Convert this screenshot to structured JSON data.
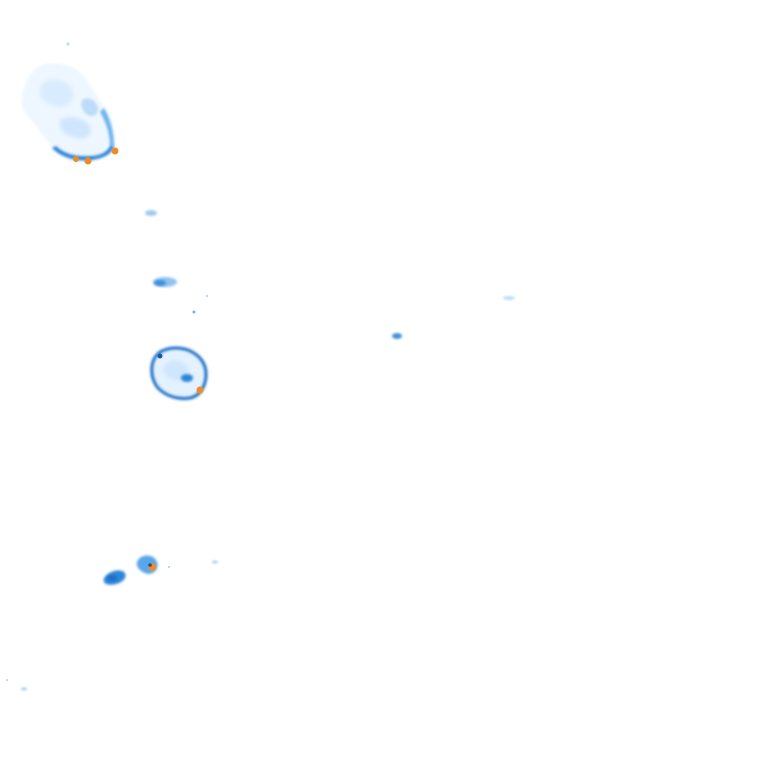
{
  "map": {
    "background": "#ffffff",
    "palette": {
      "very_light": "#e6f3ff",
      "light": "#b9dcfb",
      "medium": "#6fb4ef",
      "strong": "#2f86d8",
      "dark": "#1457b0",
      "hot": "#f08a24"
    },
    "features": [
      {
        "name": "cell-large-north",
        "intensity": "high"
      },
      {
        "name": "speck-north-small",
        "intensity": "low"
      },
      {
        "name": "cell-small-northwest",
        "intensity": "low"
      },
      {
        "name": "cell-medium-west",
        "intensity": "medium"
      },
      {
        "name": "cell-center-ring",
        "intensity": "high"
      },
      {
        "name": "speck-center",
        "intensity": "low"
      },
      {
        "name": "speck-east",
        "intensity": "low"
      },
      {
        "name": "cell-southwest-pair",
        "intensity": "high"
      },
      {
        "name": "speck-south",
        "intensity": "low"
      },
      {
        "name": "speck-far-southwest",
        "intensity": "low"
      }
    ]
  }
}
